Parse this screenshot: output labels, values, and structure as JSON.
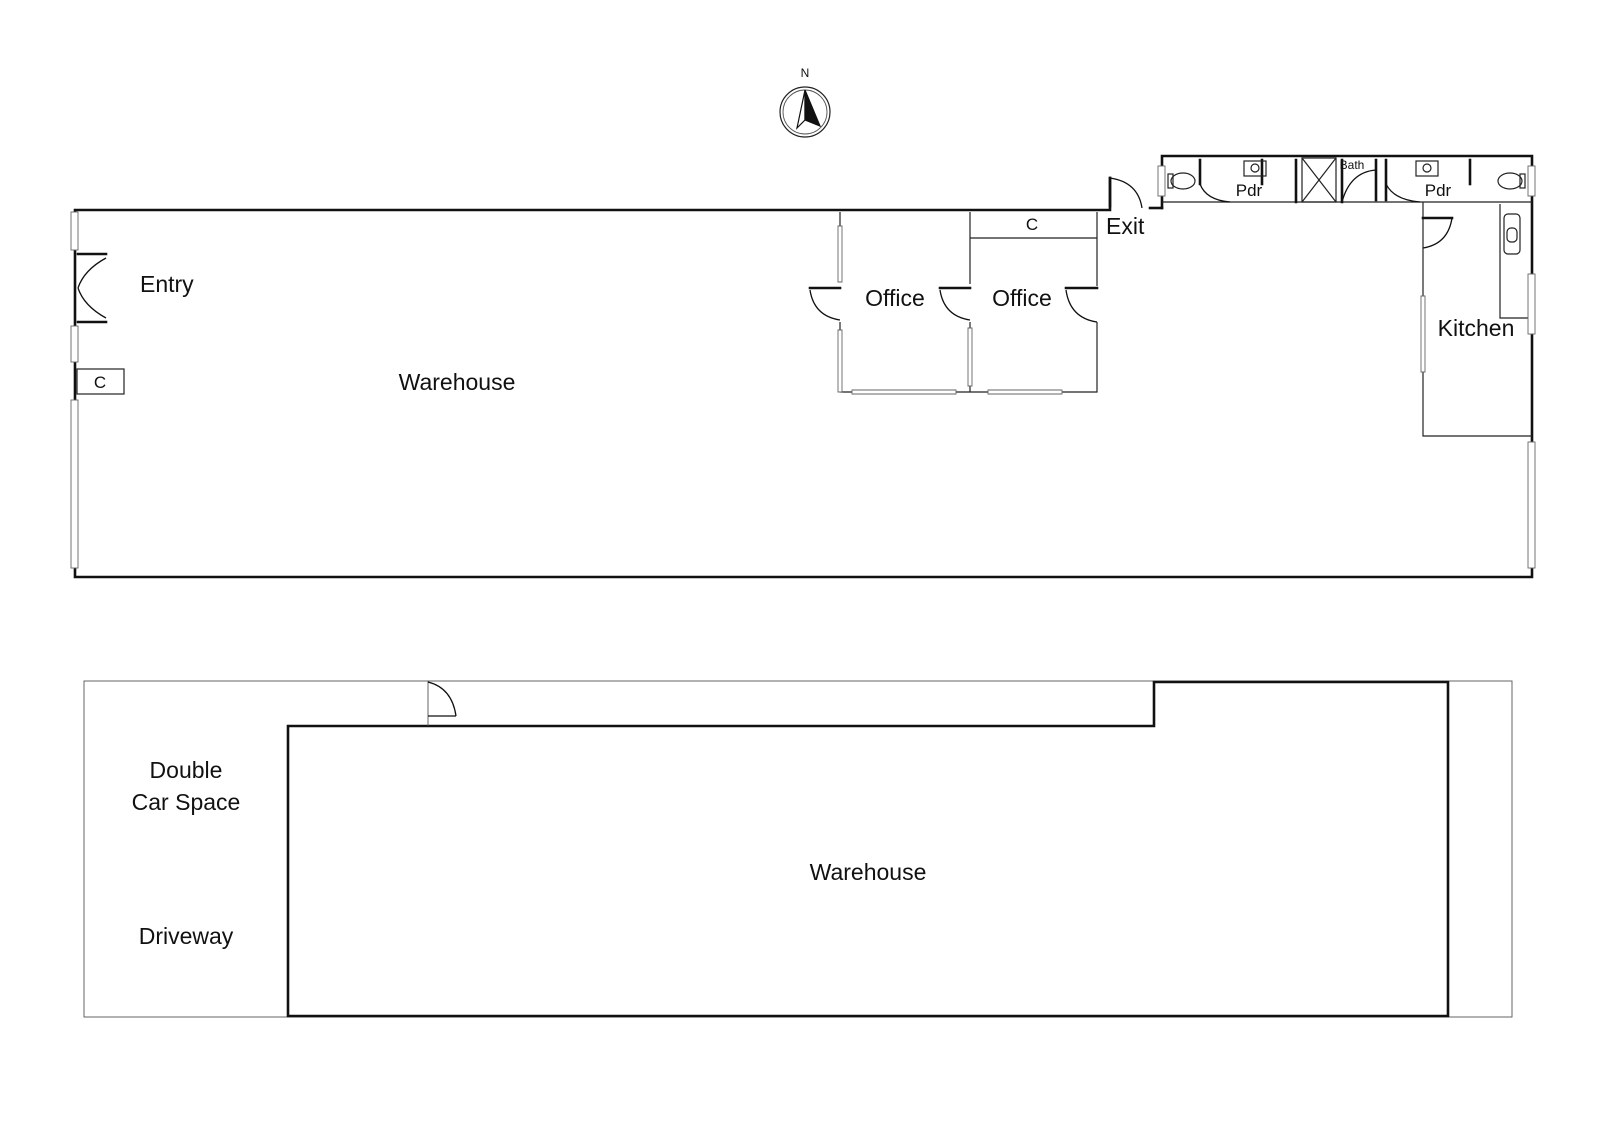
{
  "compass": {
    "north_label": "N"
  },
  "floor_plan_upper": {
    "entry": "Entry",
    "cupboard_entry": "C",
    "warehouse": "Warehouse",
    "office_1": "Office",
    "office_2": "Office",
    "cupboard_office": "C",
    "exit": "Exit",
    "powder_room_1": "Pdr",
    "bath": "Bath",
    "powder_room_2": "Pdr",
    "kitchen": "Kitchen"
  },
  "floor_plan_lower": {
    "car_space_line1": "Double",
    "car_space_line2": "Car Space",
    "driveway": "Driveway",
    "warehouse": "Warehouse"
  }
}
